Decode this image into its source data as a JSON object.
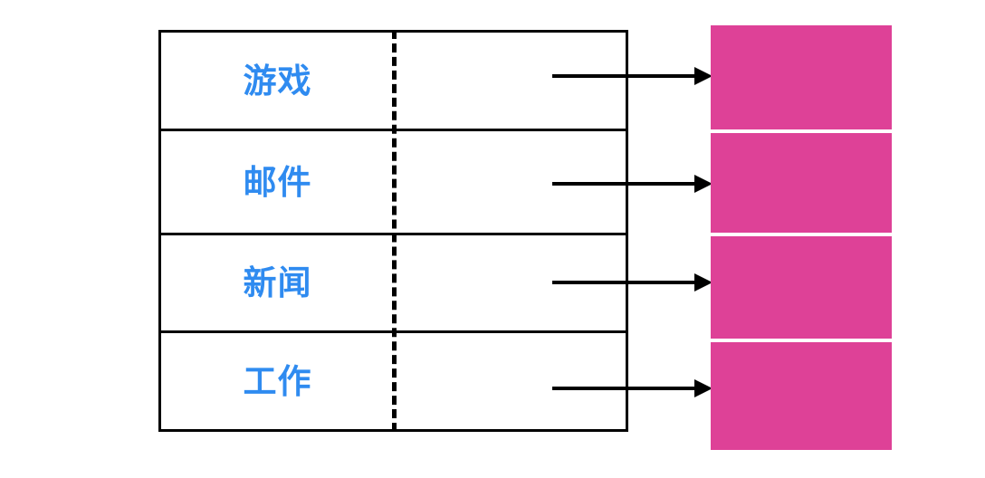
{
  "diagram": {
    "title": "",
    "colors": {
      "label_text": "#2f8bf0",
      "block_fill": "#de4197",
      "line": "#000000",
      "background": "#ffffff"
    },
    "table": {
      "rows": [
        {
          "label": "游戏",
          "arrow": "arrow-right-icon"
        },
        {
          "label": "邮件",
          "arrow": "arrow-right-icon"
        },
        {
          "label": "新闻",
          "arrow": "arrow-right-icon"
        },
        {
          "label": "工作",
          "arrow": "arrow-right-icon"
        }
      ],
      "divider": "dashed-vertical-divider"
    },
    "blocks": [
      {
        "label": ""
      },
      {
        "label": ""
      },
      {
        "label": ""
      },
      {
        "label": ""
      }
    ]
  }
}
